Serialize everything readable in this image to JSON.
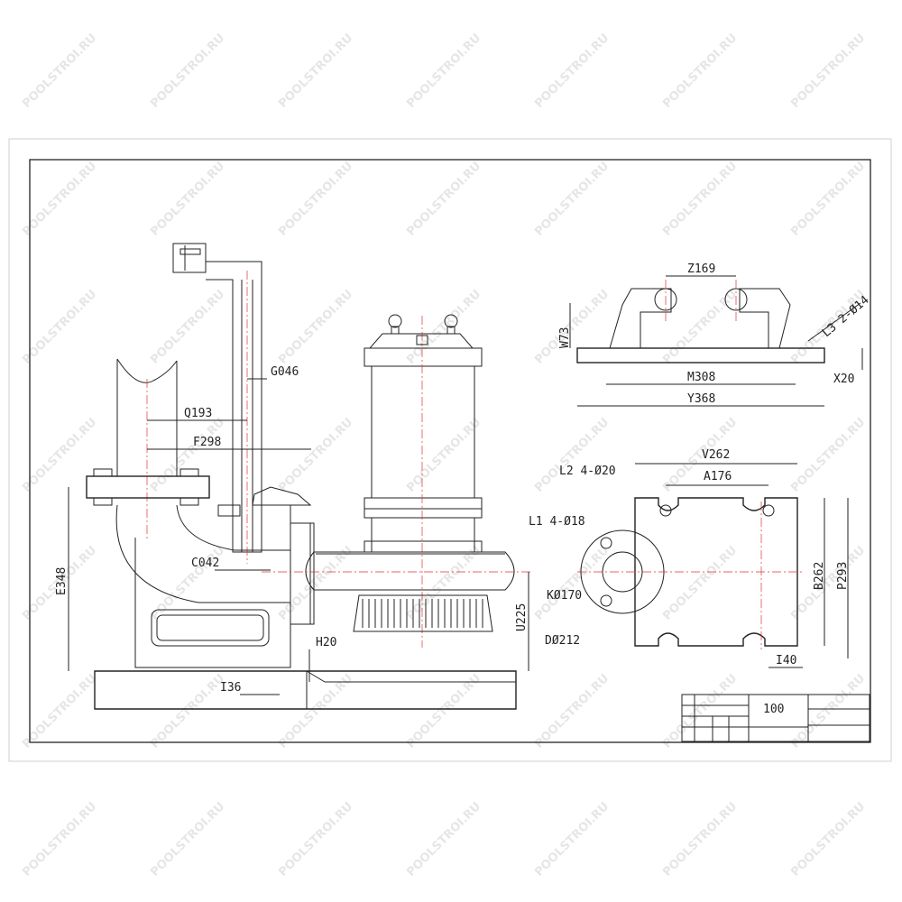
{
  "watermark": "POOLSTROI.RU",
  "dimensions": {
    "q193": "Q193",
    "f298": "F298",
    "g046": "G046",
    "c042": "C042",
    "e348": "E348",
    "h20": "H20",
    "i36": "I36",
    "u225": "U225",
    "z169": "Z169",
    "w73": "W73",
    "l3": "L3 2-Ø14",
    "m308": "M308",
    "y368": "Y368",
    "x20": "X20",
    "v262": "V262",
    "a176": "A176",
    "l2": "L2 4-Ø20",
    "l1": "L1 4-Ø18",
    "k0170": "KØ170",
    "d0212": "DØ212",
    "b262": "B262",
    "p293": "P293",
    "i40": "I40"
  },
  "title_block": {
    "scale": "100"
  },
  "colors": {
    "line": "#222222",
    "centerline": "#dd3333",
    "watermark": "#e6e6e6"
  }
}
